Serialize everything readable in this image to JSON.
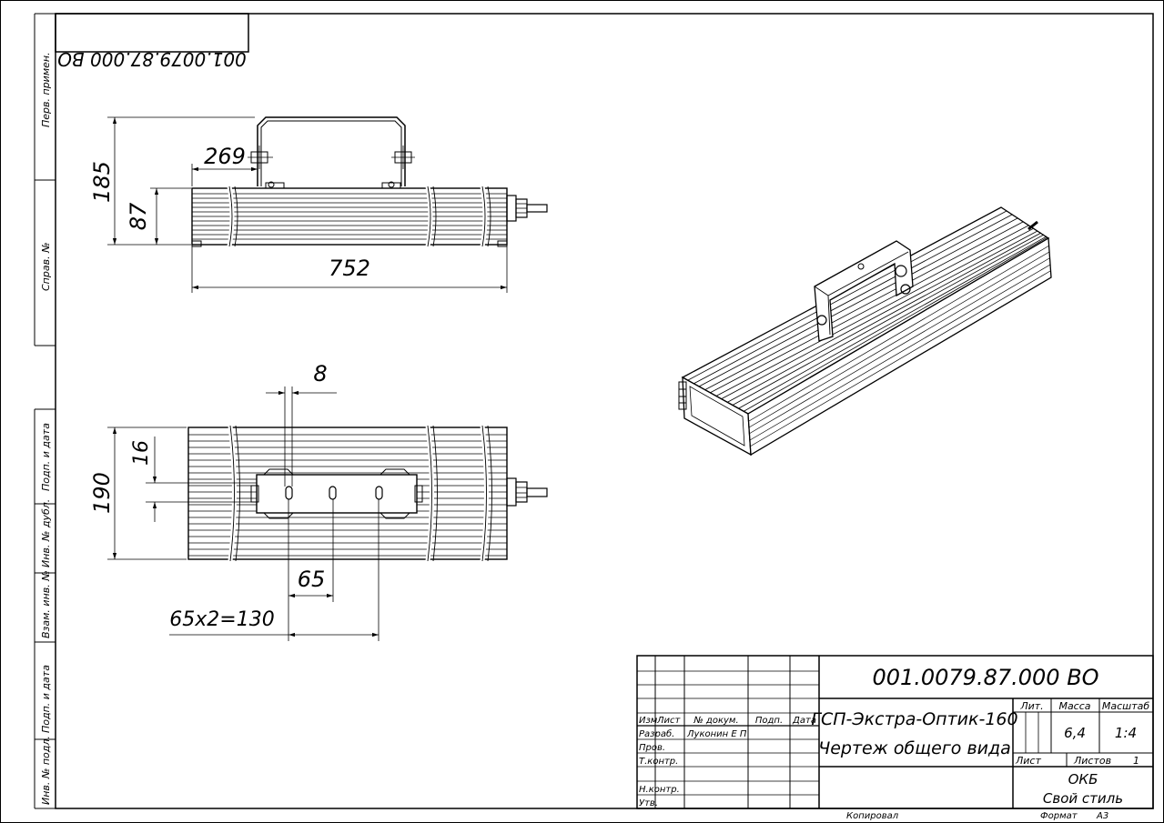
{
  "doc_code": "001.0079.87.000 ВО",
  "doc_code_mirrored": "001.0079.87.000 ВО",
  "left_strip": {
    "perv_primen": "Перв. примен.",
    "sprav_no": "Справ. №",
    "podp_data_1": "Подп. и дата",
    "inv_dubl": "Инв. № дубл.",
    "vzam_inv": "Взам. инв. №",
    "podp_data_2": "Подп. и дата",
    "inv_podl": "Инв. № подл."
  },
  "dims": {
    "d185": "185",
    "d87": "87",
    "d269": "269",
    "d752": "752",
    "d8": "8",
    "d16": "16",
    "d190": "190",
    "d65": "65",
    "d65x2": "65x2=130"
  },
  "title_block": {
    "izm": "Изм",
    "list": "Лист",
    "no_dokum": "№ докум.",
    "podp": "Подп.",
    "data": "Дата",
    "razrab": "Разраб.",
    "razrab_name": "Луконин Е П",
    "prov": "Пров.",
    "tkontr": "Т.контр.",
    "nkontr": "Н.контр.",
    "utv": "Утв.",
    "name_line1": "ГСП-Экстра-Оптик-160",
    "name_line2": "Чертеж общего вида",
    "lit": "Лит.",
    "massa": "Масса",
    "masshtab": "Масштаб",
    "massa_val": "6,4",
    "masshtab_val": "1:4",
    "list_label": "Лист",
    "listov_label": "Листов",
    "listov_val": "1",
    "org1": "ОКБ",
    "org2": "Свой стиль"
  },
  "footer": {
    "kopiroval": "Копировал",
    "format": "Формат",
    "format_val": "A3"
  }
}
